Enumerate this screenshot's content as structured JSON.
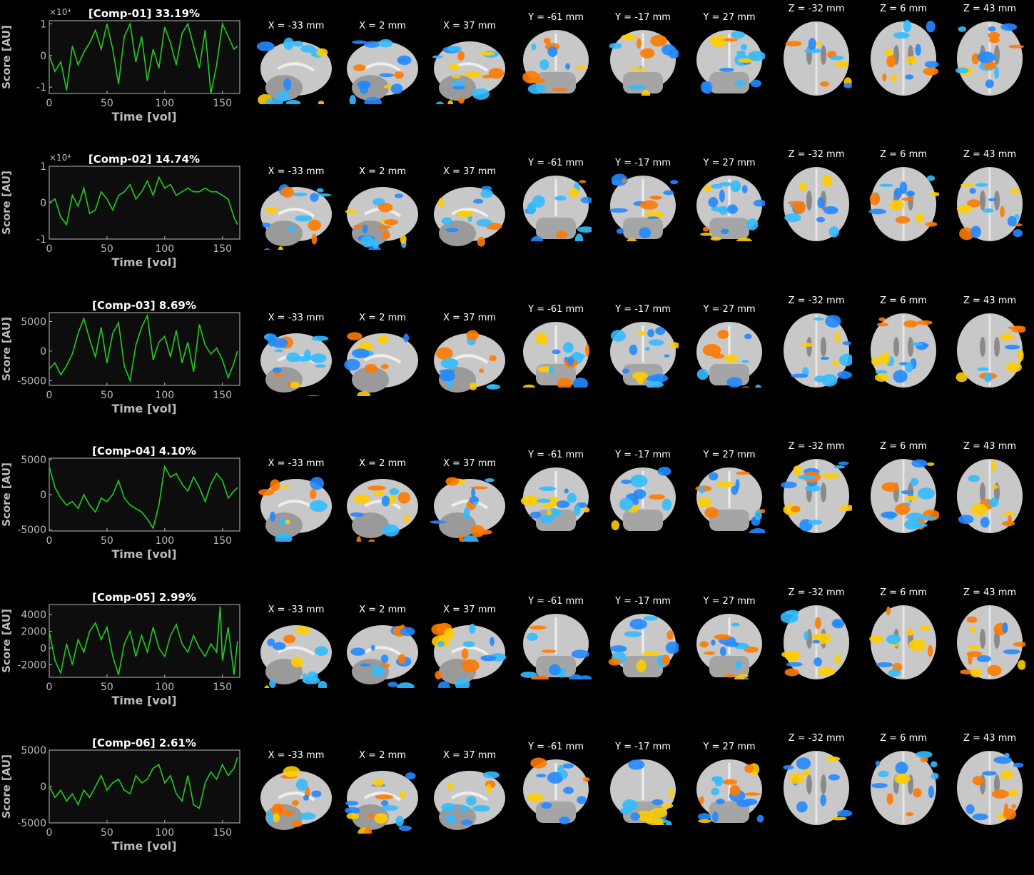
{
  "axis": {
    "xlabel": "Time [vol]",
    "ylabel": "Score [AU]",
    "xticks": [
      "0",
      "50",
      "100",
      "150"
    ],
    "xlim": [
      0,
      165
    ]
  },
  "colors": {
    "trace": "#22cc22",
    "plot_bg": "#0d0d0d",
    "axis": "#bbbbbb",
    "pos": "#ffcc00",
    "neg": "#2288ff"
  },
  "slice_labels": [
    "X = -33 mm",
    "X = 2 mm",
    "X = 37 mm",
    "Y = -61 mm",
    "Y = -17 mm",
    "Y = 27 mm",
    "Z = -32 mm",
    "Z = 6 mm",
    "Z = 43 mm"
  ],
  "chart_data": [
    {
      "type": "line",
      "title": "[Comp-01] 33.19%",
      "exponent": "×10⁴",
      "ylim": [
        -1.2,
        1.1
      ],
      "yticks": [
        "1",
        "0",
        "-1"
      ],
      "ytick_values": [
        1,
        0,
        -1
      ],
      "x": [
        0,
        5,
        10,
        15,
        20,
        25,
        30,
        35,
        40,
        45,
        50,
        55,
        60,
        65,
        70,
        75,
        80,
        85,
        90,
        95,
        100,
        105,
        110,
        115,
        120,
        125,
        130,
        135,
        140,
        145,
        150,
        155,
        160,
        163
      ],
      "values": [
        0,
        -0.5,
        -0.2,
        -1.1,
        0.3,
        -0.3,
        0.1,
        0.4,
        0.8,
        0.2,
        1.0,
        0.2,
        -0.9,
        0.6,
        1.0,
        -0.2,
        0.6,
        -0.8,
        0.2,
        -0.4,
        0.9,
        0.4,
        -0.3,
        0.7,
        1.0,
        0.3,
        -0.4,
        0.8,
        -1.2,
        -0.3,
        1.0,
        0.6,
        0.2,
        0.3
      ]
    },
    {
      "type": "line",
      "title": "[Comp-02] 14.74%",
      "exponent": "×10⁴",
      "ylim": [
        -1.0,
        1.0
      ],
      "yticks": [
        "1",
        "0",
        "-1"
      ],
      "ytick_values": [
        1,
        0,
        -1
      ],
      "x": [
        0,
        5,
        10,
        15,
        20,
        25,
        30,
        35,
        40,
        45,
        50,
        55,
        60,
        65,
        70,
        75,
        80,
        85,
        90,
        95,
        100,
        105,
        110,
        115,
        120,
        125,
        130,
        135,
        140,
        145,
        150,
        155,
        160,
        163
      ],
      "values": [
        0,
        0.1,
        -0.4,
        -0.6,
        0.2,
        -0.1,
        0.4,
        -0.3,
        -0.2,
        0.3,
        0.1,
        -0.2,
        0.2,
        0.3,
        0.5,
        0.1,
        0.3,
        0.6,
        0.2,
        0.7,
        0.4,
        0.5,
        0.2,
        0.3,
        0.4,
        0.3,
        0.3,
        0.4,
        0.3,
        0.3,
        0.2,
        0.1,
        -0.4,
        -0.6
      ]
    },
    {
      "type": "line",
      "title": "[Comp-03] 8.69%",
      "exponent": "",
      "ylim": [
        -5800,
        6500
      ],
      "yticks": [
        "5000",
        "0",
        "-5000"
      ],
      "ytick_values": [
        5000,
        0,
        -5000
      ],
      "x": [
        0,
        5,
        10,
        15,
        20,
        25,
        30,
        35,
        40,
        45,
        50,
        55,
        60,
        65,
        70,
        75,
        80,
        85,
        90,
        95,
        100,
        105,
        110,
        115,
        120,
        125,
        130,
        135,
        140,
        145,
        150,
        155,
        160,
        163
      ],
      "values": [
        -3000,
        -2000,
        -4000,
        -2500,
        -500,
        3000,
        5500,
        2000,
        -1000,
        4000,
        -2000,
        3000,
        4800,
        -2500,
        -5000,
        1000,
        4000,
        6000,
        -1500,
        1500,
        2500,
        -1000,
        3500,
        -2000,
        1500,
        -3500,
        4500,
        1000,
        -500,
        500,
        -1500,
        -4500,
        -2000,
        0
      ]
    },
    {
      "type": "line",
      "title": "[Comp-04] 4.10%",
      "exponent": "",
      "ylim": [
        -5200,
        5200
      ],
      "yticks": [
        "5000",
        "0",
        "-5000"
      ],
      "ytick_values": [
        5000,
        0,
        -5000
      ],
      "x": [
        0,
        5,
        10,
        15,
        20,
        25,
        30,
        35,
        40,
        45,
        50,
        55,
        60,
        65,
        70,
        75,
        80,
        85,
        90,
        95,
        100,
        105,
        110,
        115,
        120,
        125,
        130,
        135,
        140,
        145,
        150,
        155,
        160,
        163
      ],
      "values": [
        4000,
        1000,
        -500,
        -1500,
        -1000,
        -2000,
        0,
        -1500,
        -2500,
        -500,
        -1000,
        0,
        2000,
        -500,
        -1500,
        -2000,
        -2500,
        -3500,
        -4800,
        -1500,
        4000,
        2500,
        3000,
        1500,
        500,
        2500,
        1000,
        -1000,
        1500,
        3000,
        2000,
        -500,
        500,
        1000
      ]
    },
    {
      "type": "line",
      "title": "[Comp-05] 2.99%",
      "exponent": "",
      "ylim": [
        -3500,
        5200
      ],
      "yticks": [
        "4000",
        "2000",
        "0",
        "-2000"
      ],
      "ytick_values": [
        4000,
        2000,
        0,
        -2000
      ],
      "x": [
        0,
        5,
        10,
        15,
        20,
        25,
        30,
        35,
        40,
        45,
        50,
        55,
        60,
        65,
        70,
        75,
        80,
        85,
        90,
        95,
        100,
        105,
        110,
        115,
        120,
        125,
        130,
        135,
        140,
        145,
        148,
        150,
        155,
        160,
        163
      ],
      "values": [
        2000,
        -1500,
        -3000,
        500,
        -2000,
        1000,
        -500,
        2000,
        3000,
        1000,
        2500,
        -1000,
        -3200,
        500,
        2000,
        -1000,
        1500,
        -500,
        2500,
        0,
        -1000,
        1500,
        2800,
        500,
        -500,
        1500,
        0,
        -1000,
        500,
        -500,
        5000,
        -1500,
        2500,
        -3200,
        800
      ]
    },
    {
      "type": "line",
      "title": "[Comp-06] 2.61%",
      "exponent": "",
      "ylim": [
        -5000,
        5000
      ],
      "yticks": [
        "5000",
        "0",
        "-5000"
      ],
      "ytick_values": [
        5000,
        0,
        -5000
      ],
      "x": [
        0,
        5,
        10,
        15,
        20,
        25,
        30,
        35,
        40,
        45,
        50,
        55,
        60,
        65,
        70,
        75,
        80,
        85,
        90,
        95,
        100,
        105,
        110,
        115,
        120,
        125,
        130,
        135,
        140,
        145,
        150,
        155,
        160,
        163
      ],
      "values": [
        0,
        -1500,
        -500,
        -2000,
        -1000,
        -2500,
        -500,
        -1500,
        0,
        1500,
        -500,
        500,
        1000,
        -500,
        -1000,
        1500,
        500,
        1000,
        2500,
        3000,
        500,
        1500,
        -1000,
        -2000,
        1500,
        -2500,
        -3000,
        500,
        2000,
        1000,
        3000,
        1500,
        2500,
        4000
      ]
    }
  ]
}
